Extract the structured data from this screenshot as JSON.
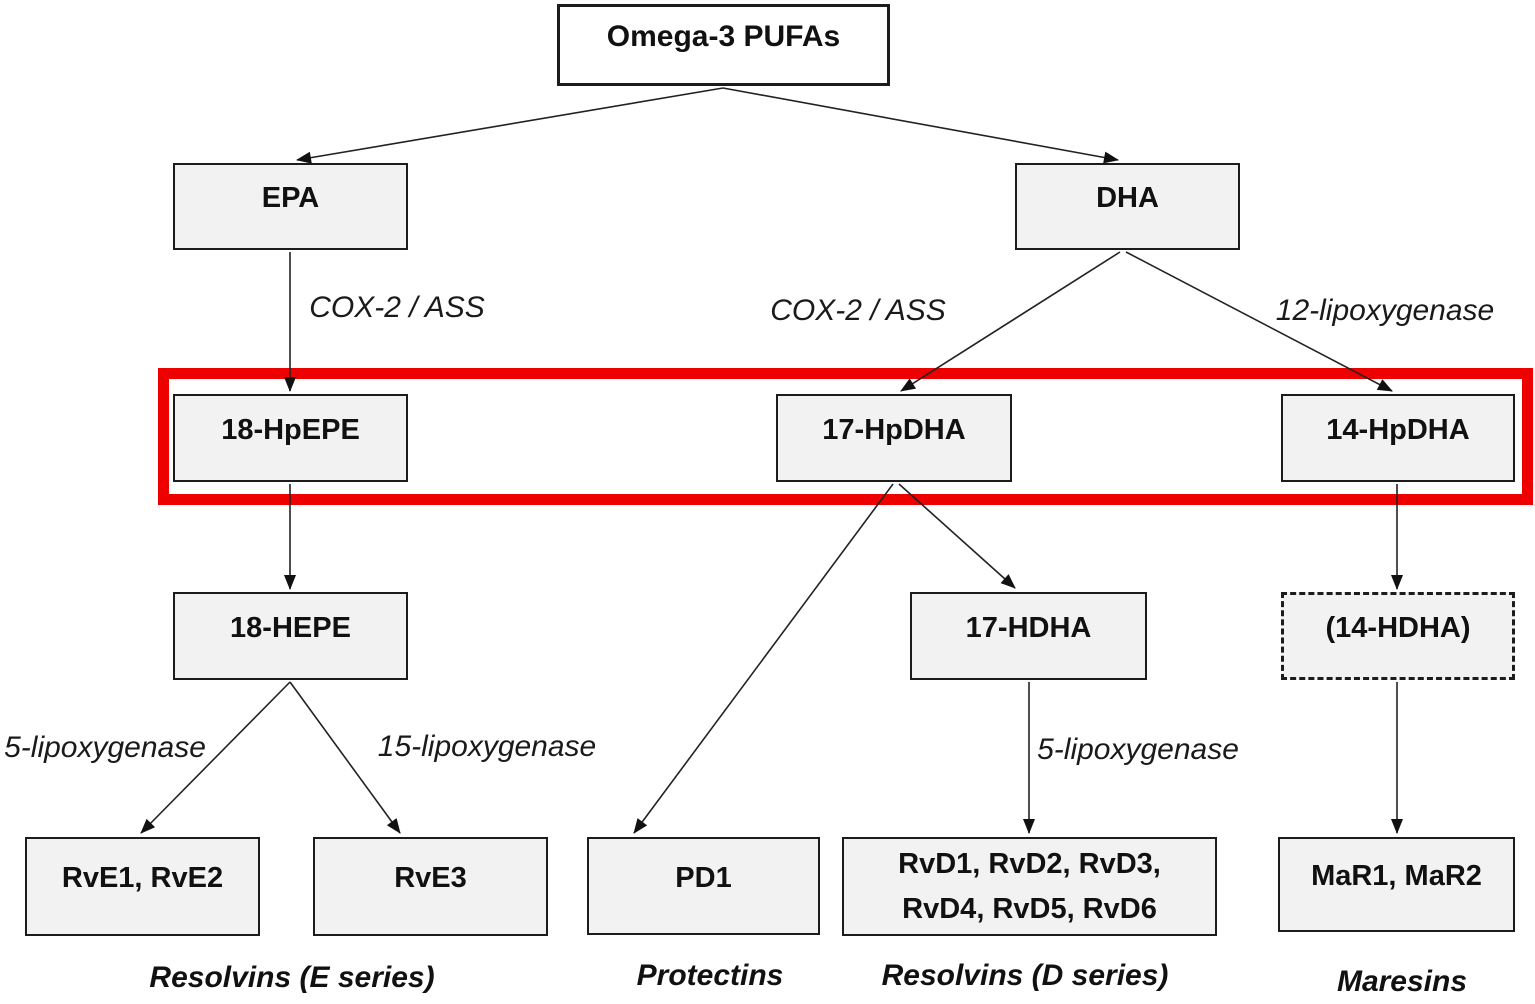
{
  "nodes": {
    "omega3": {
      "label": "Omega-3 PUFAs"
    },
    "epa": {
      "label": "EPA"
    },
    "dha": {
      "label": "DHA"
    },
    "hpepe18": {
      "label": "18-HpEPE"
    },
    "hpdha17": {
      "label": "17-HpDHA"
    },
    "hpdha14": {
      "label": "14-HpDHA"
    },
    "hepe18": {
      "label": "18-HEPE"
    },
    "hdha17": {
      "label": "17-HDHA"
    },
    "hdha14": {
      "label": "(14-HDHA)"
    },
    "rve12": {
      "label": "RvE1, RvE2"
    },
    "rve3": {
      "label": "RvE3"
    },
    "pd1": {
      "label": "PD1"
    },
    "rvd": {
      "line1": "RvD1, RvD2, RvD3,",
      "line2": "RvD4, RvD5, RvD6"
    },
    "mar": {
      "label": "MaR1, MaR2"
    }
  },
  "enzyme_labels": {
    "cox2_epa": "COX-2 / ASS",
    "cox2_dha": "COX-2 / ASS",
    "lox12": "12-lipoxygenase",
    "lox5_e": "5-lipoxygenase",
    "lox15": "15-lipoxygenase",
    "lox5_d": "5-lipoxygenase"
  },
  "category_labels": {
    "resolvins_e": "Resolvins (E series)",
    "protectins": "Protectins",
    "resolvins_d": "Resolvins (D series)",
    "maresins": "Maresins"
  },
  "colors": {
    "highlight": "#ee0000",
    "node_fill": "#f2f2f2",
    "node_border": "#1c1c1c"
  }
}
